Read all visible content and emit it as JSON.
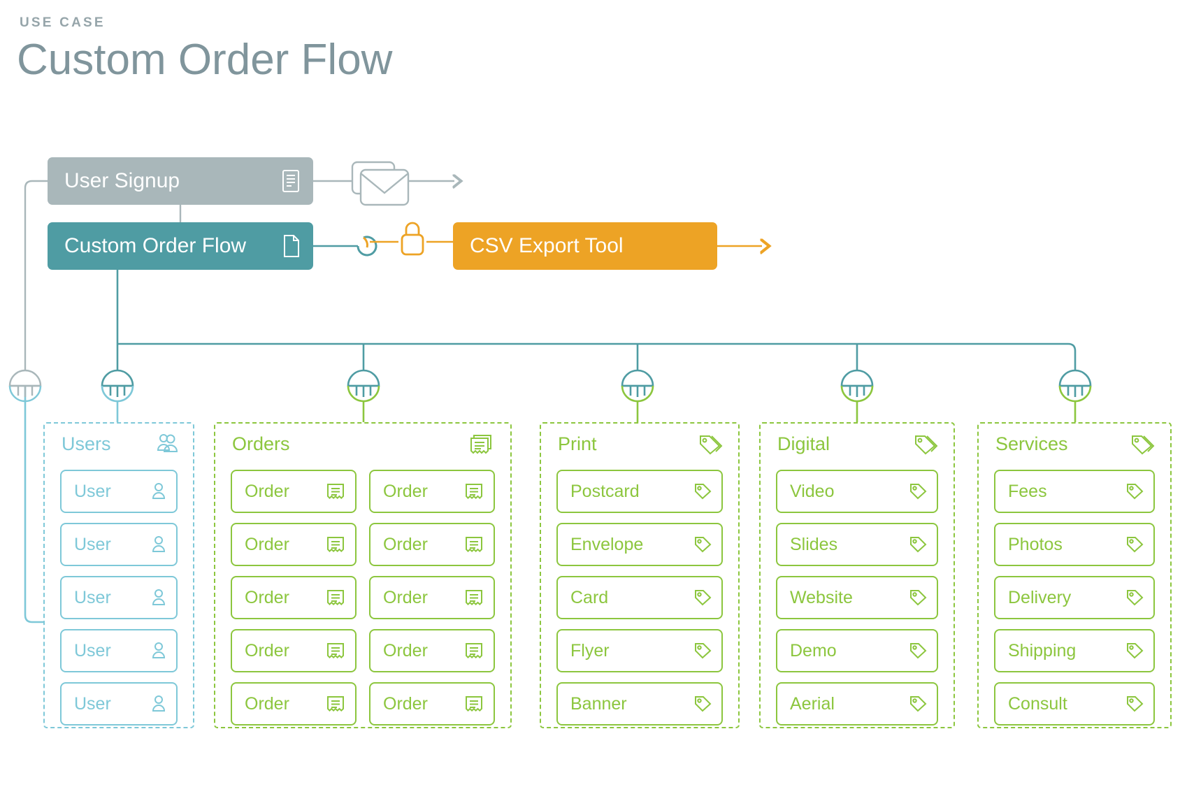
{
  "header": {
    "eyebrow": "USE CASE",
    "title": "Custom Order Flow"
  },
  "colors": {
    "gray": "#a9b7ba",
    "teal": "#4f9ca3",
    "orange": "#eda325",
    "light_blue": "#7ec8d8",
    "green": "#8cc63e",
    "title_gray": "#80959c"
  },
  "flow": {
    "user_signup": {
      "label": "User Signup",
      "icon": "document-lines-icon",
      "color": "#a9b7ba"
    },
    "custom_order_flow": {
      "label": "Custom Order Flow",
      "icon": "file-icon",
      "color": "#4f9ca3"
    },
    "csv_export_tool": {
      "label": "CSV Export Tool",
      "icon": "",
      "color": "#eda325"
    },
    "mail_icon": "envelope-stack-icon",
    "lock_icon": "lock-icon",
    "hook_icon": "hook-icon"
  },
  "groups": [
    {
      "id": "users",
      "title": "Users",
      "icon": "users-group-icon",
      "color": "#7ec8d8",
      "item_icon": "user-icon",
      "columns": [
        [
          "User",
          "User",
          "User",
          "User",
          "User"
        ]
      ]
    },
    {
      "id": "orders",
      "title": "Orders",
      "icon": "receipts-stack-icon",
      "color": "#8cc63e",
      "item_icon": "receipt-icon",
      "columns": [
        [
          "Order",
          "Order",
          "Order",
          "Order",
          "Order"
        ],
        [
          "Order",
          "Order",
          "Order",
          "Order",
          "Order"
        ]
      ]
    },
    {
      "id": "print",
      "title": "Print",
      "icon": "tags-icon",
      "color": "#8cc63e",
      "item_icon": "tag-icon",
      "columns": [
        [
          "Postcard",
          "Envelope",
          "Card",
          "Flyer",
          "Banner"
        ]
      ]
    },
    {
      "id": "digital",
      "title": "Digital",
      "icon": "tags-icon",
      "color": "#8cc63e",
      "item_icon": "tag-icon",
      "columns": [
        [
          "Video",
          "Slides",
          "Website",
          "Demo",
          "Aerial"
        ]
      ]
    },
    {
      "id": "services",
      "title": "Services",
      "icon": "tags-icon",
      "color": "#8cc63e",
      "item_icon": "tag-icon",
      "columns": [
        [
          "Fees",
          "Photos",
          "Delivery",
          "Shipping",
          "Consult"
        ]
      ]
    }
  ],
  "connectors": [
    {
      "name": "connector-users",
      "top_color": "#a9b7ba",
      "bottom_color": "#7ec8d8"
    },
    {
      "name": "connector-orders-a",
      "top_color": "#4f9ca3",
      "bottom_color": "#7ec8d8"
    },
    {
      "name": "connector-orders-b",
      "top_color": "#4f9ca3",
      "bottom_color": "#8cc63e"
    },
    {
      "name": "connector-print",
      "top_color": "#4f9ca3",
      "bottom_color": "#8cc63e"
    },
    {
      "name": "connector-digital",
      "top_color": "#4f9ca3",
      "bottom_color": "#8cc63e"
    },
    {
      "name": "connector-services",
      "top_color": "#4f9ca3",
      "bottom_color": "#8cc63e"
    }
  ]
}
